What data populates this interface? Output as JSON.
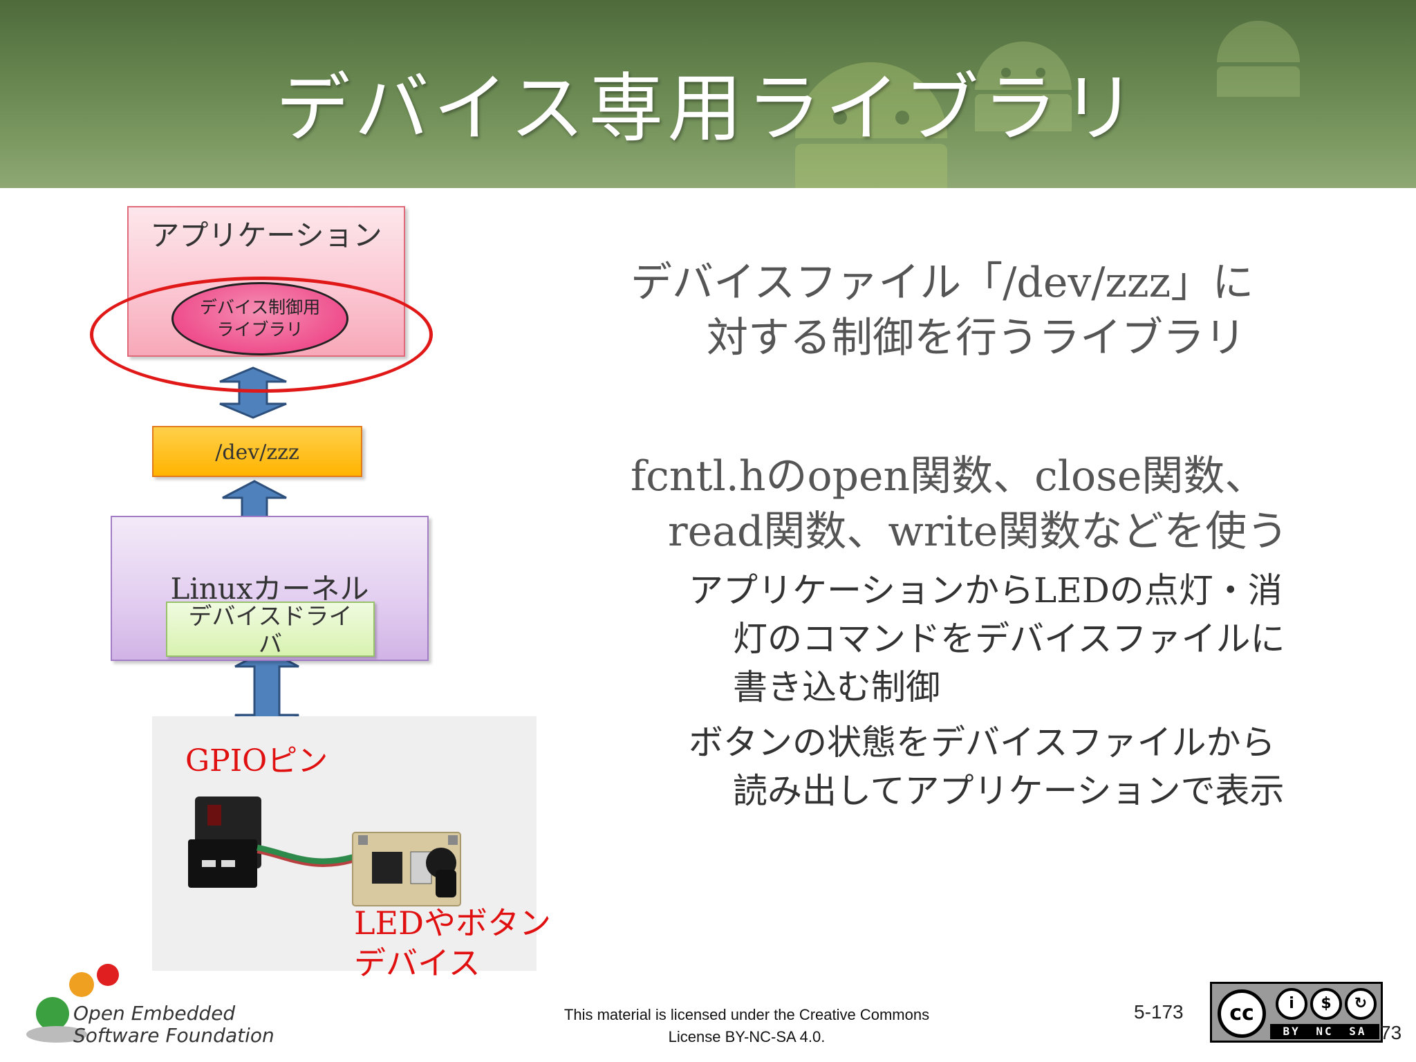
{
  "header": {
    "title": "デバイス専用ライブラリ"
  },
  "diagram": {
    "app_label": "アプリケーション",
    "library_label_line1": "デバイス制御用",
    "library_label_line2": "ライブラリ",
    "devfile_label": "/dev/zzz",
    "kernel_label": "Linuxカーネル",
    "driver_label": "デバイスドライバ",
    "gpio_label": "GPIOピン",
    "led_label_line1": "LEDやボタン",
    "led_label_line2": "デバイス"
  },
  "body": {
    "bullet1_line1": "デバイスファイル「/dev/zzz」に",
    "bullet1_line2": "対する制御を行うライブラリ",
    "bullet2_line1": "fcntl.hのopen関数、close関数、",
    "bullet2_line2": "read関数、write関数などを使う",
    "sub1_line1": "アプリケーションからLEDの点灯・消",
    "sub1_line2": "灯のコマンドをデバイスファイルに",
    "sub1_line3": "書き込む制御",
    "sub2_line1": "ボタンの状態をデバイスファイルから",
    "sub2_line2": "読み出してアプリケーションで表示"
  },
  "footer": {
    "logo_line1": "Open Embedded",
    "logo_line2": "Software Foundation",
    "license_line1": "This material is licensed under the Creative Commons",
    "license_line2": "License BY-NC-SA 4.0.",
    "slide_number": "5-173",
    "cc_text": "cc",
    "cc_terms": "BY NC SA",
    "page_tail": "73"
  },
  "colors": {
    "header_green": "#5f7e49",
    "red_highlight": "#e01818",
    "arrow_blue": "#4f81bd"
  },
  "icons": [
    "android-robot-icon",
    "double-arrow-icon",
    "creative-commons-icon",
    "oesf-logo-icon"
  ]
}
